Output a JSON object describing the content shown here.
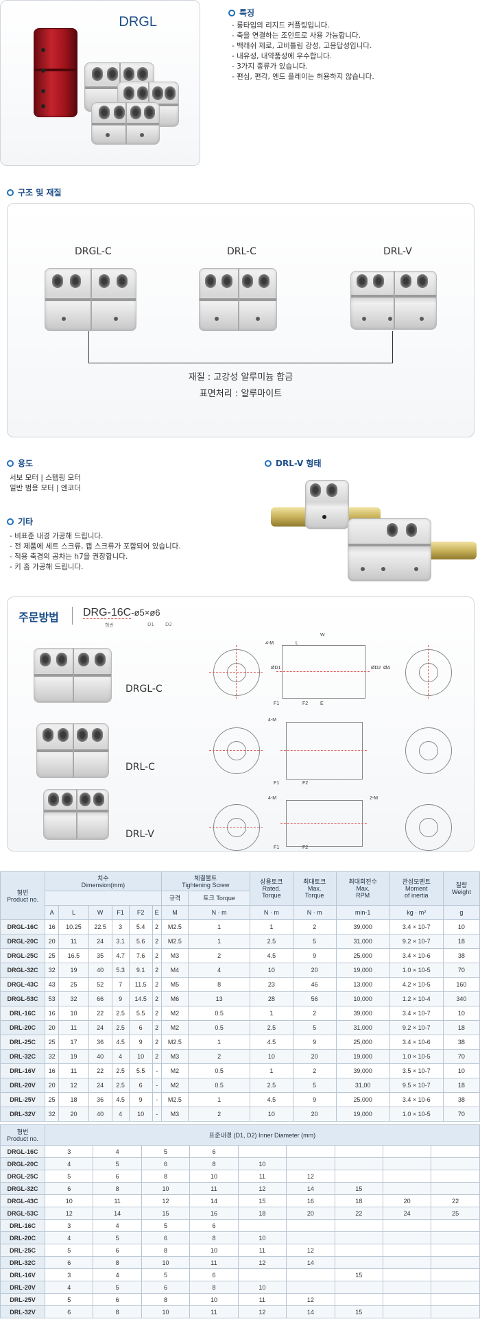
{
  "header": {
    "product_name": "DRGL",
    "features_title": "특징",
    "features": [
      "- 룽타입의 리지드 커플링입니다.",
      "- 축을 연결하는 조인트로 사용 가능합니다.",
      "- 백래쉬 제로, 고비틀림 강성, 고응답성입니다.",
      "- 내유성, 내약품성에 우수합니다.",
      "- 3가지 종류가 있습니다.",
      "- 편심, 편각, 엔드 플레이는 허용하지 않습니다."
    ]
  },
  "structure": {
    "title": "구조 및 재질",
    "types": [
      "DRGL-C",
      "DRL-C",
      "DRL-V"
    ],
    "material": "재질 : 고강성 알루미늄 합금",
    "surface": "표면처리 : 알루마이트"
  },
  "usage": {
    "title": "용도",
    "lines": [
      "서보 모터 | 스텝핑 모터",
      "일반 범용 모터 | 엔코더"
    ]
  },
  "drlv": {
    "title": "DRL-V 형태"
  },
  "etc": {
    "title": "기타",
    "lines": [
      "- 비표준 내경 가공해 드립니다.",
      "- 전 제품에 세트 스크류, 캡 스크류가 포함되어 있습니다.",
      "- 적용 축경의 공차는 h7을 권장합니다.",
      "- 키 홈 가공해 드립니다."
    ]
  },
  "order": {
    "title": "주문방법",
    "code_main": "DRG-16C",
    "code_suffix": "-ø5×ø6",
    "sub_labels": [
      "형번",
      "D1",
      "D2"
    ],
    "types": [
      "DRGL-C",
      "DRL-C",
      "DRL-V"
    ],
    "drawing_labels": {
      "w": "W",
      "l": "L",
      "f1": "F1",
      "f2": "F2",
      "e": "E",
      "m4": "4-M",
      "m2": "2-M",
      "d1": "ØD1",
      "d2": "ØD2",
      "a": "ØA"
    }
  },
  "spec_table": {
    "header_product": [
      "형번",
      "Product no."
    ],
    "header_dim": [
      "치수",
      "Dimension(mm)"
    ],
    "header_screw": [
      "체결볼트",
      "Tightening Screw"
    ],
    "header_screw_sub": [
      "규격",
      "토크 Torque"
    ],
    "header_rated": [
      "상용토크",
      "Rated.",
      "Torque"
    ],
    "header_max_torque": [
      "최대토크",
      "Max.",
      "Torque"
    ],
    "header_rpm": [
      "최대회전수",
      "Max.",
      "RPM"
    ],
    "header_inertia": [
      "관성모멘트",
      "Moment",
      "of inertia"
    ],
    "header_weight": [
      "질량",
      "Weight"
    ],
    "units": [
      "A",
      "L",
      "W",
      "F1",
      "F2",
      "E",
      "M",
      "N · m",
      "N · m",
      "N · m",
      "min-1",
      "kg · m²",
      "g"
    ],
    "rows": [
      [
        "DRGL-16C",
        "16",
        "10.25",
        "22.5",
        "3",
        "5.4",
        "2",
        "M2.5",
        "1",
        "1",
        "2",
        "39,000",
        "3.4 × 10-7",
        "10"
      ],
      [
        "DRGL-20C",
        "20",
        "11",
        "24",
        "3.1",
        "5.6",
        "2",
        "M2.5",
        "1",
        "2.5",
        "5",
        "31,000",
        "9.2 × 10-7",
        "18"
      ],
      [
        "DRGL-25C",
        "25",
        "16.5",
        "35",
        "4.7",
        "7.6",
        "2",
        "M3",
        "2",
        "4.5",
        "9",
        "25,000",
        "3.4 × 10-6",
        "38"
      ],
      [
        "DRGL-32C",
        "32",
        "19",
        "40",
        "5.3",
        "9.1",
        "2",
        "M4",
        "4",
        "10",
        "20",
        "19,000",
        "1.0 × 10-5",
        "70"
      ],
      [
        "DRGL-43C",
        "43",
        "25",
        "52",
        "7",
        "11.5",
        "2",
        "M5",
        "8",
        "23",
        "46",
        "13,000",
        "4.2 × 10-5",
        "160"
      ],
      [
        "DRGL-53C",
        "53",
        "32",
        "66",
        "9",
        "14.5",
        "2",
        "M6",
        "13",
        "28",
        "56",
        "10,000",
        "1.2 × 10-4",
        "340"
      ],
      [
        "DRL-16C",
        "16",
        "10",
        "22",
        "2.5",
        "5.5",
        "2",
        "M2",
        "0.5",
        "1",
        "2",
        "39,000",
        "3.4 × 10-7",
        "10"
      ],
      [
        "DRL-20C",
        "20",
        "11",
        "24",
        "2.5",
        "6",
        "2",
        "M2",
        "0.5",
        "2.5",
        "5",
        "31,000",
        "9.2 × 10-7",
        "18"
      ],
      [
        "DRL-25C",
        "25",
        "17",
        "36",
        "4.5",
        "9",
        "2",
        "M2.5",
        "1",
        "4.5",
        "9",
        "25,000",
        "3.4 × 10-6",
        "38"
      ],
      [
        "DRL-32C",
        "32",
        "19",
        "40",
        "4",
        "10",
        "2",
        "M3",
        "2",
        "10",
        "20",
        "19,000",
        "1.0 × 10-5",
        "70"
      ],
      [
        "DRL-16V",
        "16",
        "11",
        "22",
        "2.5",
        "5.5",
        "-",
        "M2",
        "0.5",
        "1",
        "2",
        "39,000",
        "3.5 × 10-7",
        "10"
      ],
      [
        "DRL-20V",
        "20",
        "12",
        "24",
        "2.5",
        "6",
        "-",
        "M2",
        "0.5",
        "2.5",
        "5",
        "31,00",
        "9.5 × 10-7",
        "18"
      ],
      [
        "DRL-25V",
        "25",
        "18",
        "36",
        "4.5",
        "9",
        "-",
        "M2.5",
        "1",
        "4.5",
        "9",
        "25,000",
        "3.4 × 10-6",
        "38"
      ],
      [
        "DRL-32V",
        "32",
        "20",
        "40",
        "4",
        "10",
        "-",
        "M3",
        "2",
        "10",
        "20",
        "19,000",
        "1.0 × 10-5",
        "70"
      ]
    ]
  },
  "bore_table": {
    "header_product": [
      "형번",
      "Product no."
    ],
    "header_diam": "표준내경 (D1, D2) Inner Diameter (mm)",
    "rows": [
      [
        "DRGL-16C",
        "3",
        "4",
        "5",
        "6",
        "",
        "",
        "",
        "",
        ""
      ],
      [
        "DRGL-20C",
        "4",
        "5",
        "6",
        "8",
        "10",
        "",
        "",
        "",
        ""
      ],
      [
        "DRGL-25C",
        "5",
        "6",
        "8",
        "10",
        "11",
        "12",
        "",
        "",
        ""
      ],
      [
        "DRGL-32C",
        "6",
        "8",
        "10",
        "11",
        "12",
        "14",
        "15",
        "",
        ""
      ],
      [
        "DRGL-43C",
        "10",
        "11",
        "12",
        "14",
        "15",
        "16",
        "18",
        "20",
        "22"
      ],
      [
        "DRGL-53C",
        "12",
        "14",
        "15",
        "16",
        "18",
        "20",
        "22",
        "24",
        "25"
      ],
      [
        "DRL-16C",
        "3",
        "4",
        "5",
        "6",
        "",
        "",
        "",
        "",
        ""
      ],
      [
        "DRL-20C",
        "4",
        "5",
        "6",
        "8",
        "10",
        "",
        "",
        "",
        ""
      ],
      [
        "DRL-25C",
        "5",
        "6",
        "8",
        "10",
        "11",
        "12",
        "",
        "",
        ""
      ],
      [
        "DRL-32C",
        "6",
        "8",
        "10",
        "11",
        "12",
        "14",
        "",
        "",
        ""
      ],
      [
        "DRL-16V",
        "3",
        "4",
        "5",
        "6",
        "",
        "",
        "15",
        "",
        ""
      ],
      [
        "DRL-20V",
        "4",
        "5",
        "6",
        "8",
        "10",
        "",
        "",
        "",
        ""
      ],
      [
        "DRL-25V",
        "5",
        "6",
        "8",
        "10",
        "11",
        "12",
        "",
        "",
        ""
      ],
      [
        "DRL-32V",
        "6",
        "8",
        "10",
        "11",
        "12",
        "14",
        "15",
        "",
        ""
      ]
    ]
  },
  "colors": {
    "accent": "#1d4e89",
    "dot": "#1d6fb8",
    "table_header": "#dfe9f3",
    "red_coupling": "#b81f28"
  }
}
